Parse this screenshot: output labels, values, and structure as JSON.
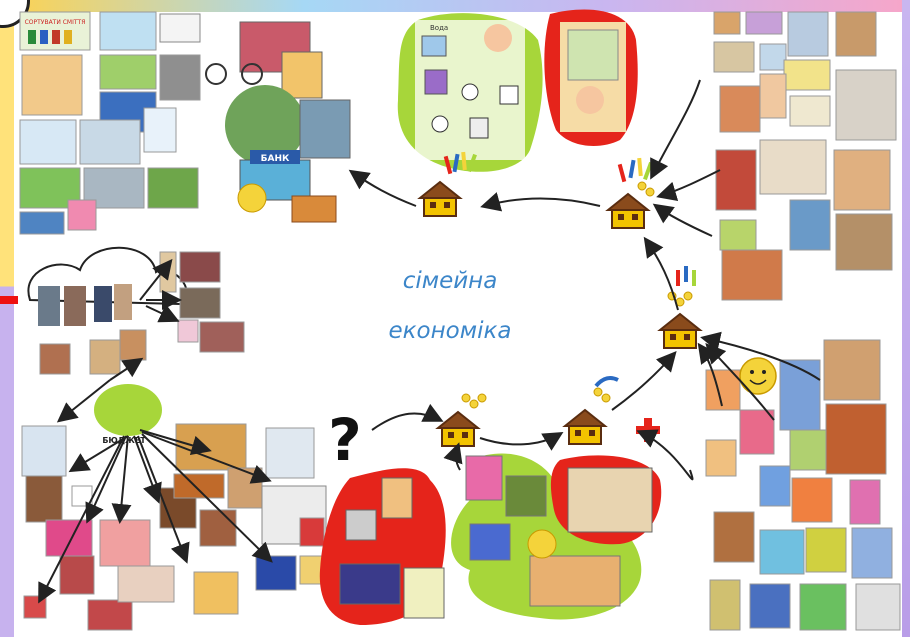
{
  "title_line1": "сімейна",
  "title_line2": "економіка",
  "sign_sort": "СОРТУВАТИ СМІТТЯ",
  "sign_bank": "БАНК",
  "sign_budget": "БЮДЖЕТ",
  "sign_water": "Вода",
  "colors": {
    "title": "#3c86c9",
    "blob_red": "#e5241b",
    "blob_green": "#a7d63a",
    "arrow": "#222222",
    "house": "#8a4b1c",
    "roof": "#5a2d10",
    "sun": "#f4d33a"
  },
  "icons": [
    "question-mark-icon",
    "sun-face-icon",
    "red-cross-icon",
    "house-icon",
    "money-sticks-icon",
    "coins-icon"
  ]
}
